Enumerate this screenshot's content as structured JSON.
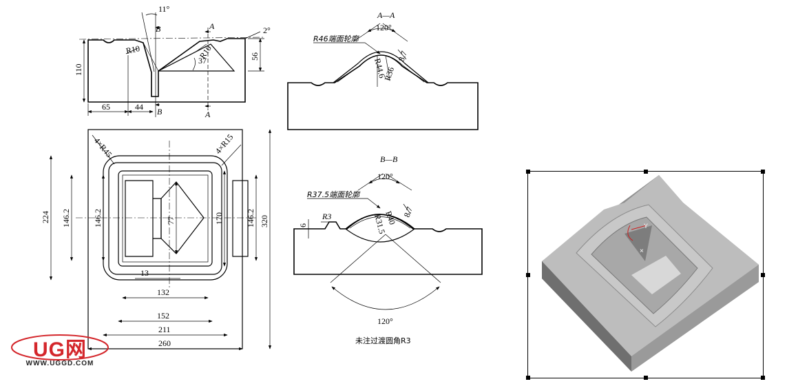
{
  "top_view": {
    "angle_11": "11°",
    "angle_2": "2°",
    "section_b": "B",
    "section_a": "A",
    "r10_left": "R10",
    "r10_right": "R10",
    "angle_37": "37",
    "dim_110": "110",
    "dim_56": "56",
    "dim_65": "65",
    "dim_44": "44"
  },
  "section_aa": {
    "title": "A—A",
    "angle": "120°",
    "profile": "R46端面轮廓",
    "dim_87": "8.7",
    "r36": "R36",
    "r446": "R44.6"
  },
  "section_bb": {
    "title": "B—B",
    "angle_top": "120°",
    "profile": "R37.5端面轮廓",
    "dim_87": "8.7",
    "r3": "R3",
    "dim_6": "6",
    "r40": "R40",
    "r315": "R31.5",
    "angle_bottom": "120°"
  },
  "plan_view": {
    "r45": "4×R45",
    "r15": "4×R15",
    "dim_224": "224",
    "dim_1462_a": "146.2",
    "dim_1462_b": "146.2",
    "dim_77": "77",
    "dim_170": "170",
    "dim_1462_c": "146.2",
    "dim_320": "320",
    "dim_13": "13",
    "dim_132": "132",
    "dim_152": "152",
    "dim_211": "211",
    "dim_260": "260"
  },
  "note": "未注过渡圆角R3",
  "render": {
    "axis_y": "Y",
    "axis_x": "×",
    "body_color": "#b9b9b9"
  },
  "watermark": {
    "logo": "UG网",
    "url": "WWW.UGGD.COM"
  }
}
